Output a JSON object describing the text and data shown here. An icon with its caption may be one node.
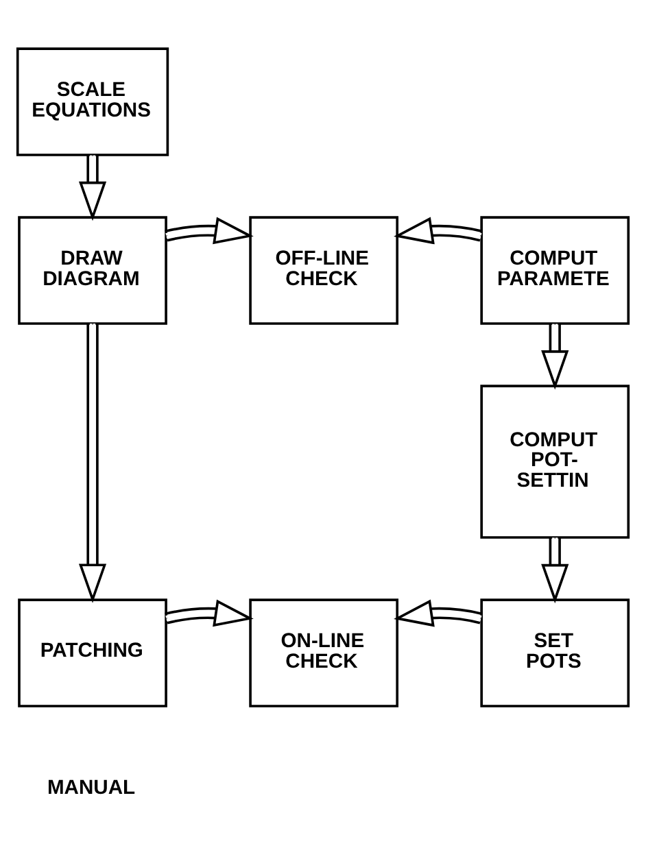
{
  "diagram": {
    "nodes": [
      {
        "text": [
          "SCALE EQUATIONS"
        ]
      },
      {
        "text": [
          "DRAW DIAGRAM"
        ]
      },
      {
        "text": [
          "OFF-LINE CHECK"
        ]
      },
      {
        "text": [
          "COMPUT PARAMETE"
        ]
      },
      {
        "text": [
          "COMPUT POT- SETTIN"
        ]
      },
      {
        "text": [
          "PATCHING"
        ]
      },
      {
        "text": [
          "ON-LINE CHECK"
        ]
      },
      {
        "text": [
          "SET POTS"
        ]
      }
    ],
    "edges": [
      {
        "from": 0,
        "to": 1,
        "arrow": "to"
      },
      {
        "from": 1,
        "to": 2,
        "arrow": "to"
      },
      {
        "from": 3,
        "to": 2,
        "arrow": "to"
      },
      {
        "from": 3,
        "to": 4,
        "arrow": "to"
      },
      {
        "from": 1,
        "to": 5,
        "arrow": "to"
      },
      {
        "from": 4,
        "to": 7,
        "arrow": "to"
      },
      {
        "from": 5,
        "to": 6,
        "arrow": "to"
      },
      {
        "from": 7,
        "to": 6,
        "arrow": "to"
      }
    ],
    "labels": [
      "MANUAL"
    ]
  }
}
